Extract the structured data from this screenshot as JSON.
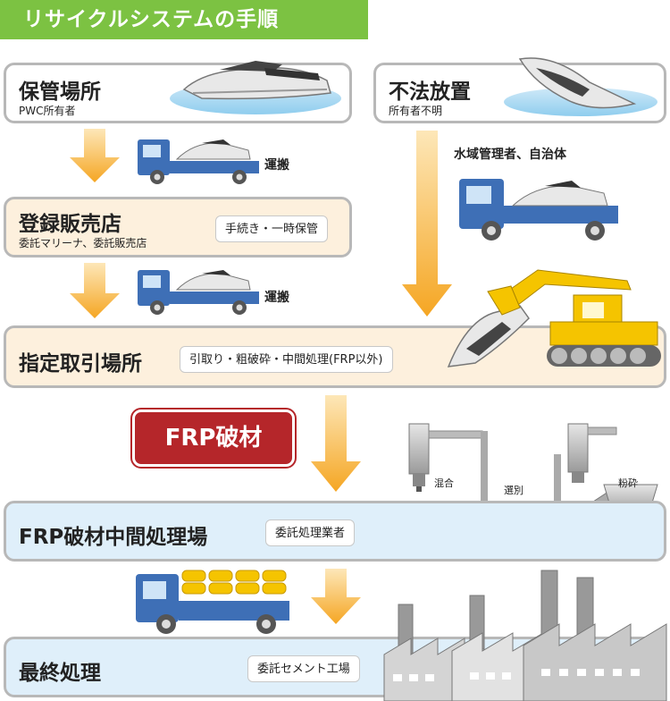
{
  "title": "リサイクルシステムの手順",
  "steps": {
    "storage": {
      "title": "保管場所",
      "sub": "PWC所有者"
    },
    "abandoned": {
      "title": "不法放置",
      "sub": "所有者不明"
    },
    "dealer": {
      "title": "登録販売店",
      "sub": "委託マリーナ、委託販売店",
      "tag": "手続き・一時保管"
    },
    "designated": {
      "title": "指定取引場所",
      "tag": "引取り・粗破砕・中間処理(FRP以外)"
    },
    "intermediate": {
      "title": "FRP破材中間処理場",
      "tag": "委託処理業者"
    },
    "final": {
      "title": "最終処理",
      "tag": "委託セメント工場"
    }
  },
  "labels": {
    "transport1": "運搬",
    "transport2": "運搬",
    "authority": "水域管理者、自治体",
    "frp_material": "FRP破材",
    "mix": "混合",
    "sort": "選別",
    "crush": "粉砕"
  },
  "colors": {
    "title_green": "#7cc242",
    "arrow_orange": "#f7b531",
    "truck_blue": "#3e6fb6",
    "badge_red": "#b5262a",
    "excavator_yellow": "#f5c400"
  }
}
